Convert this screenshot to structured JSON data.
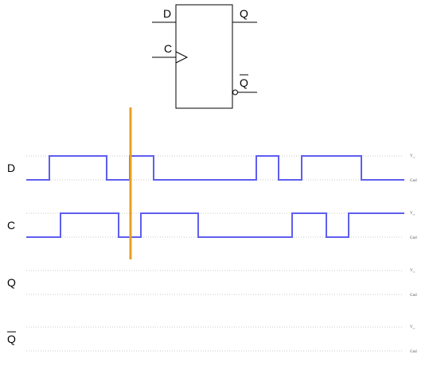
{
  "symbol": {
    "pins": {
      "d": "D",
      "q": "Q",
      "c": "C",
      "qbar": "Q"
    }
  },
  "rail_labels": {
    "high": "V",
    "high_sub": "cc",
    "low": "Gnd"
  },
  "rows": [
    {
      "key": "d",
      "label": "D",
      "overline": false,
      "initial": 0,
      "transitions": [
        62,
        134,
        163,
        193,
        322,
        350,
        379,
        454
      ]
    },
    {
      "key": "c",
      "label": "C",
      "overline": false,
      "initial": 0,
      "transitions": [
        76,
        149,
        177,
        249,
        367,
        410,
        438
      ]
    },
    {
      "key": "q",
      "label": "Q",
      "overline": false,
      "initial": null,
      "transitions": []
    },
    {
      "key": "qbar",
      "label": "Q",
      "overline": true,
      "initial": null,
      "transitions": []
    }
  ],
  "colors": {
    "wave": "#5e5ef0",
    "cursor": "#e8a020",
    "rail": "#c8c8c8"
  }
}
